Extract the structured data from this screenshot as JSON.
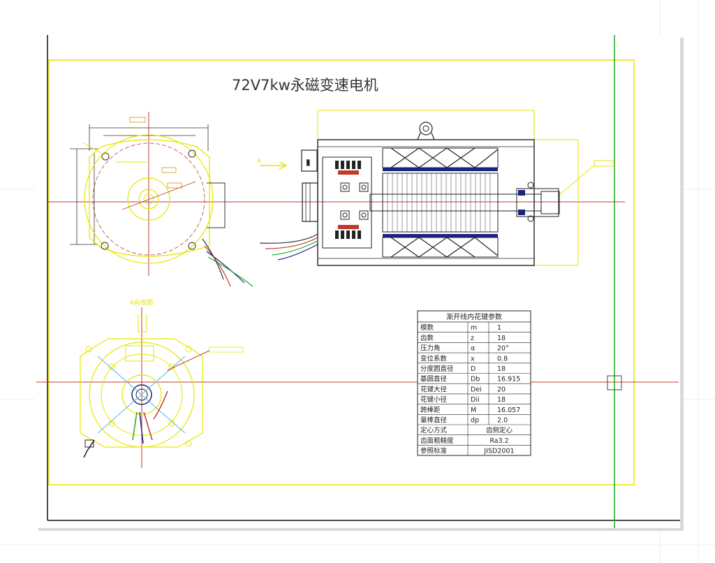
{
  "drawing": {
    "title": "72V7kw永磁变速电机",
    "section_label": "A向视图",
    "arrow_label": "A"
  },
  "spline_table": {
    "title": "渐开线内花键参数",
    "rows": [
      {
        "name": "模数",
        "symbol": "m",
        "value": "1"
      },
      {
        "name": "齿数",
        "symbol": "z",
        "value": "18"
      },
      {
        "name": "压力角",
        "symbol": "α",
        "value": "20°"
      },
      {
        "name": "变位系数",
        "symbol": "x",
        "value": "0.8"
      },
      {
        "name": "分度圆直径",
        "symbol": "D",
        "value": "18"
      },
      {
        "name": "基圆直径",
        "symbol": "Db",
        "value": "16.915"
      },
      {
        "name": "花键大径",
        "symbol": "Dei",
        "value": "20"
      },
      {
        "name": "花键小径",
        "symbol": "Dii",
        "value": "18"
      },
      {
        "name": "跨棒距",
        "symbol": "M",
        "value": "16.057"
      },
      {
        "name": "量棒直径",
        "symbol": "dp",
        "value": "2.0"
      },
      {
        "name": "定心方式",
        "symbol": "",
        "value": "齿侧定心"
      },
      {
        "name": "齿面粗糙度",
        "symbol": "",
        "value": "Ra3.2"
      },
      {
        "name": "参照标准",
        "symbol": "",
        "value": "JISD2001"
      }
    ]
  },
  "colors": {
    "outline": "#e6e600",
    "centerline": "#c0392b",
    "frame_green": "#22aa22",
    "dimension": "#cc9900",
    "winding": "#1a237e"
  }
}
